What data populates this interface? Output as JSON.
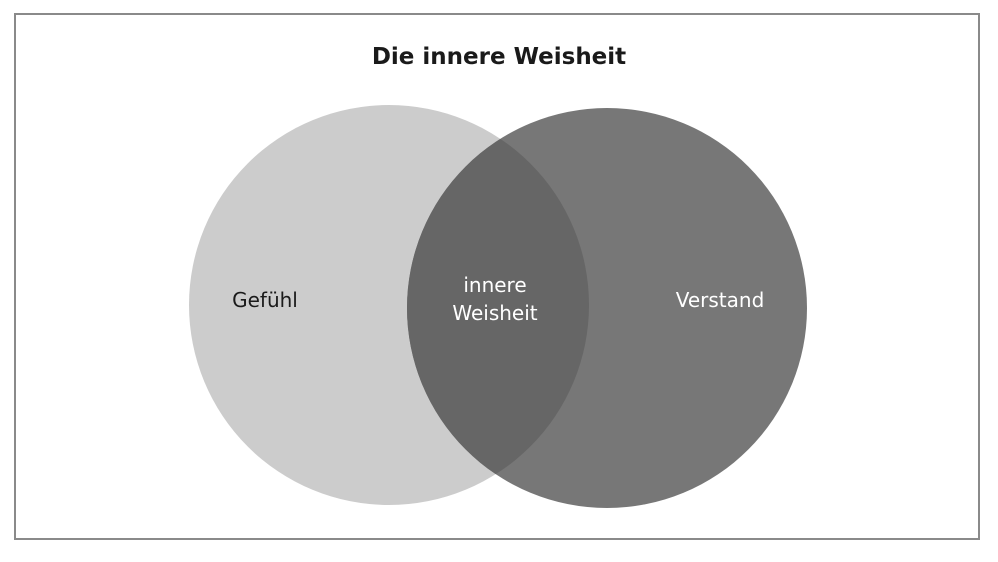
{
  "title": "Die innere Weisheit",
  "sets": {
    "left": {
      "label": "Gefühl",
      "color": "#cccccc"
    },
    "right": {
      "label": "Verstand",
      "color": "#777777"
    },
    "intersection": {
      "label_line1": "innere",
      "label_line2": "Weisheit",
      "color": "#666666"
    }
  }
}
